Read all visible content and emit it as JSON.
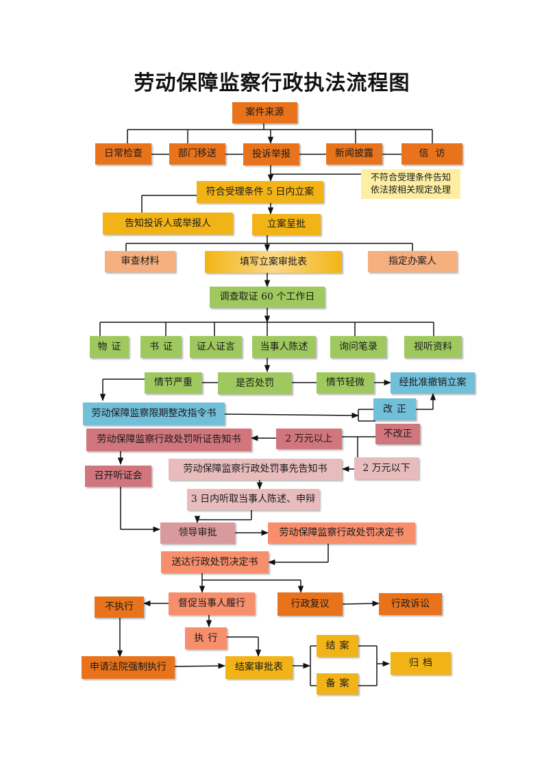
{
  "title": "劳动保障监察行政执法流程图",
  "nodes": {
    "case_source": "案件来源",
    "daily_inspection": "日常检查",
    "dept_transfer": "部门移送",
    "complaint_report": "投诉举报",
    "news_disclosure": "新闻披露",
    "letters_visits": "信访",
    "not_accepted_line1": "不符合受理条件告知",
    "not_accepted_line2": "依法按相关规定处理",
    "accept_file": "符合受理条件 5 日内立案",
    "notify_complainant": "告知投诉人或举报人",
    "file_approval": "立案呈批",
    "review_materials": "审查材料",
    "fill_approval_form": "填写立案审批表",
    "assign_handler": "指定办案人",
    "investigation": "调查取证 60 个工作日",
    "physical_evidence": "物证",
    "documentary_evidence": "书证",
    "witness_testimony": "证人证言",
    "party_statement": "当事人陈述",
    "inquiry_record": "询问笔录",
    "audiovisual_material": "视听资料",
    "serious_circumstances": "情节严重",
    "whether_punish": "是否处罚",
    "minor_circumstances": "情节轻微",
    "approve_cancel_case": "经批准撤销立案",
    "rectification_order": "劳动保障监察限期整改指令书",
    "corrected": "改正",
    "not_corrected": "不改正",
    "hearing_notice": "劳动保障监察行政处罚听证告知书",
    "over_20k": "2 万元以上",
    "hold_hearing": "召开听证会",
    "prior_notice": "劳动保障监察行政处罚事先告知书",
    "under_20k": "2 万元以下",
    "hear_statement": "3 日内听取当事人陈述、申辩",
    "leader_approval": "领导审批",
    "penalty_decision": "劳动保障监察行政处罚决定书",
    "deliver_decision": "送达行政处罚决定书",
    "not_executed": "不执行",
    "urge_compliance": "督促当事人履行",
    "admin_reconsideration": "行政复议",
    "admin_litigation": "行政诉讼",
    "executed": "执行",
    "court_enforcement": "申请法院强制执行",
    "closing_form": "结案审批表",
    "case_closed": "结案",
    "case_filed_record": "备案",
    "archive": "归档"
  },
  "colors": {
    "dark_orange": "#e9731b",
    "amber": "#f2b316",
    "peach": "#f6b07f",
    "pale_yellow": "#fdeea4",
    "green": "#9fc95e",
    "blue": "#72bfd9",
    "rose": "#d0767c",
    "pink": "#e8bcbd",
    "dusty_rose": "#d89a9c",
    "salmon": "#f78e6c",
    "connector": "#111111"
  }
}
